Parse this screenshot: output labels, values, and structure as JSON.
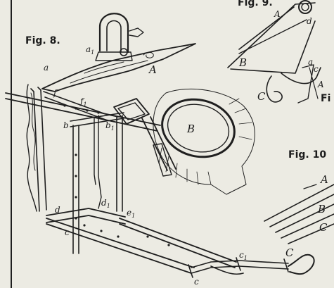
{
  "colors": {
    "paper": "#ecebe3",
    "ink": "#1f1f1f"
  },
  "captions": {
    "fig8": "Fig. 8.",
    "fig9": "Fig. 9.",
    "fig9b": "Fi",
    "fig10": "Fig. 10"
  },
  "fig8_labels": {
    "a": "a",
    "a1_base": "a",
    "a1_sub": "1",
    "A": "A",
    "f": "f",
    "f1_base": "f",
    "f1_sub": "1",
    "b": "b",
    "b1_base": "b",
    "b1_sub": "1",
    "B": "B",
    "d": "d",
    "d1_base": "d",
    "d1_sub": "1",
    "e1_base": "e",
    "e1_sub": "1",
    "c": "c",
    "c_lower": "c",
    "c1_base": "c",
    "c1_sub": "1",
    "C": "C"
  },
  "fig9_labels": {
    "A_top": "A",
    "d": "d",
    "B": "B",
    "C": "C",
    "a": "a",
    "c": "c",
    "A_small": "A"
  },
  "fig10_labels": {
    "A": "A",
    "B": "B",
    "C": "C"
  }
}
